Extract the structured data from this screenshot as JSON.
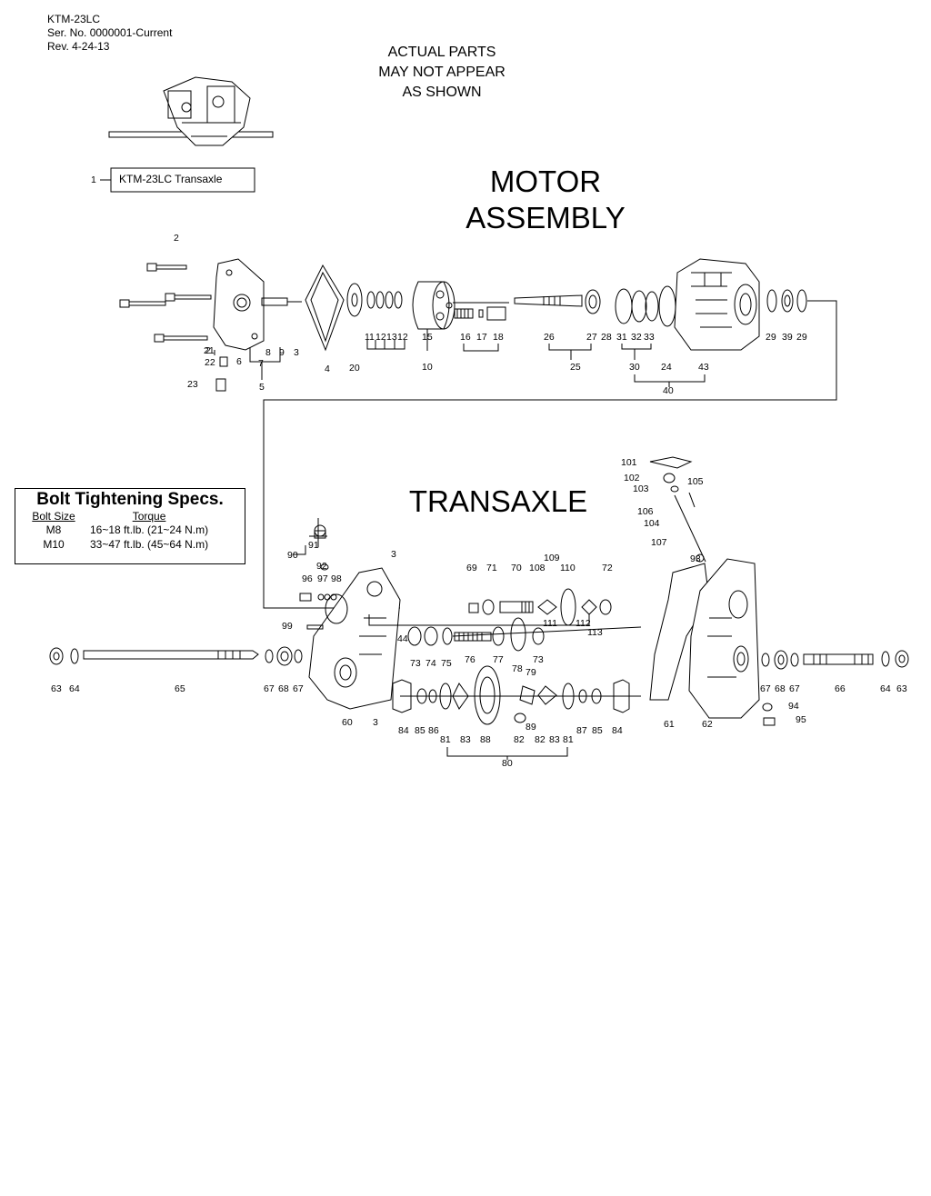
{
  "header": {
    "model": "KTM-23LC",
    "serial": "Ser. No. 0000001-Current",
    "revision": "Rev. 4-24-13"
  },
  "notice": [
    "ACTUAL PARTS",
    "MAY NOT APPEAR",
    "AS SHOWN"
  ],
  "assembly_item": {
    "number": "1",
    "name": "KTM-23LC Transaxle"
  },
  "sections": {
    "motor_line1": "MOTOR",
    "motor_line2": "ASSEMBLY",
    "transaxle": "TRANSAXLE"
  },
  "bolt_specs": {
    "title": "Bolt Tightening Specs.",
    "col_size": "Bolt Size",
    "col_torque": "Torque",
    "rows": [
      {
        "size": "M8",
        "torque": "16~18 ft.lb. (21~24 N.m)"
      },
      {
        "size": "M10",
        "torque": "33~47 ft.lb. (45~64 N.m)"
      }
    ]
  },
  "callouts": [
    "2",
    "2",
    "3",
    "4",
    "5",
    "6",
    "7",
    "8",
    "9",
    "10",
    "11",
    "12",
    "13",
    "12",
    "15",
    "16",
    "17",
    "18",
    "20",
    "21",
    "22",
    "23",
    "24",
    "25",
    "26",
    "27",
    "28",
    "29",
    "39",
    "29",
    "30",
    "31",
    "32",
    "33",
    "40",
    "43",
    "3",
    "3",
    "44",
    "60",
    "61",
    "62",
    "63",
    "64",
    "65",
    "66",
    "67",
    "68",
    "67",
    "67",
    "68",
    "67",
    "64",
    "63",
    "69",
    "70",
    "71",
    "72",
    "73",
    "74",
    "75",
    "76",
    "77",
    "73",
    "78",
    "79",
    "80",
    "81",
    "82",
    "83",
    "84",
    "85",
    "86",
    "81",
    "82",
    "83",
    "84",
    "85",
    "87",
    "88",
    "89",
    "90",
    "91",
    "92",
    "96",
    "97",
    "98",
    "99",
    "93",
    "94",
    "95",
    "101",
    "102",
    "103",
    "104",
    "105",
    "106",
    "107",
    "108",
    "109",
    "110",
    "111",
    "112",
    "113"
  ]
}
